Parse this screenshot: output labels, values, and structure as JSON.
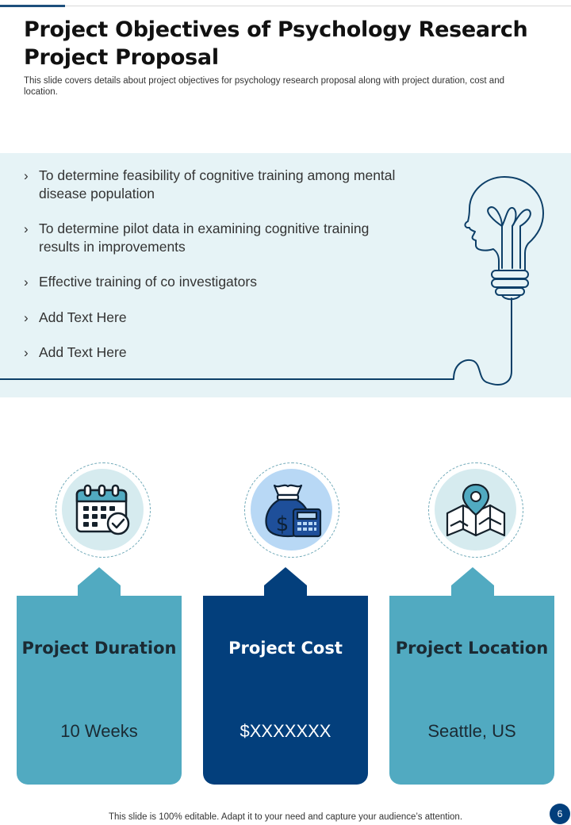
{
  "header": {
    "title": "Project Objectives of Psychology Research Project Proposal",
    "subtitle": "This slide covers details about project objectives for psychology research proposal along with project duration, cost and location."
  },
  "objectives": {
    "items": [
      "To determine feasibility of cognitive training among mental disease population",
      "To determine pilot data in examining cognitive training results in improvements",
      "Effective training of co investigators",
      "Add Text Here",
      "Add Text Here"
    ],
    "bullet_icon": "chevron-right-icon",
    "illustration_icon": "head-lightbulb-icon"
  },
  "cards": [
    {
      "icon": "calendar-check-icon",
      "heading": "Project Duration",
      "value": "10 Weeks"
    },
    {
      "icon": "money-bag-calculator-icon",
      "heading": "Project Cost",
      "value": "$XXXXXXX"
    },
    {
      "icon": "map-location-pin-icon",
      "heading": "Project Location",
      "value": "Seattle, US"
    }
  ],
  "footer": {
    "note": "This slide is 100% editable. Adapt it to your need and capture your audience’s attention.",
    "page_number": "6"
  },
  "colors": {
    "teal": "#51aac1",
    "navy": "#033f7c",
    "panel": "#e6f3f6",
    "line": "#1d4f7c"
  }
}
